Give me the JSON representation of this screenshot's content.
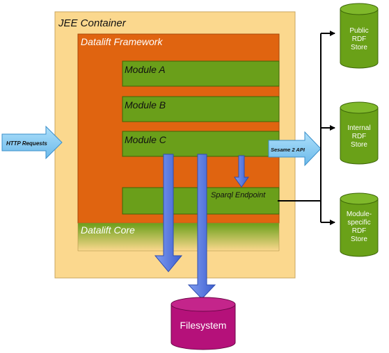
{
  "containers": {
    "jee": "JEE Container",
    "framework": "Datalift Framework",
    "core": "Datalift Core"
  },
  "modules": {
    "a": "Module A",
    "b": "Module B",
    "c": "Module C",
    "sparql": "Sparql Endpoint"
  },
  "arrows": {
    "http": "HTTP Requests",
    "sesame": "Sesame 2 API"
  },
  "stores": {
    "public": [
      "Public",
      "RDF",
      "Store"
    ],
    "internal": [
      "Internal",
      "RDF",
      "Store"
    ],
    "module_specific": [
      "Module-",
      "specific",
      "RDF",
      "Store"
    ]
  },
  "filesystem": "Filesystem",
  "colors": {
    "jee_fill": "#fbd88e",
    "framework_fill": "#e06410",
    "module_fill": "#6a9f1a",
    "store_fill": "#6aa118",
    "filesystem_fill": "#b5117a",
    "arrow_fill": "#5a7de0",
    "input_arrow_fill": "#8ccdf3"
  }
}
